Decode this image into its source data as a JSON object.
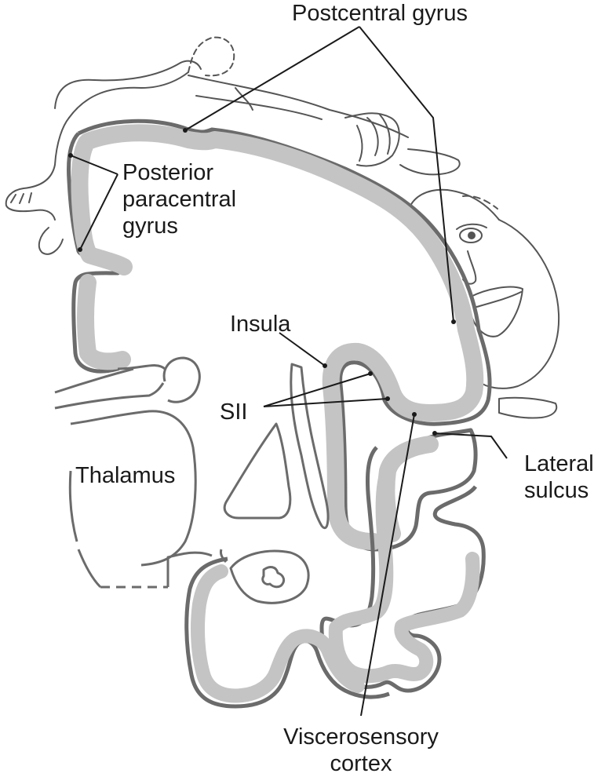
{
  "labels": {
    "postcentral_gyrus": "Postcentral gyrus",
    "posterior_paracentral_gyrus": [
      "Posterior",
      "paracentral",
      "gyrus"
    ],
    "insula": "Insula",
    "sii": "SII",
    "thalamus": "Thalamus",
    "lateral_sulcus": [
      "Lateral",
      "sulcus"
    ],
    "viscerosensory_cortex": [
      "Viscerosensory",
      "cortex"
    ]
  },
  "colors": {
    "outline": "#6b6b6b",
    "cortex_band": "#c4c4c4",
    "line": "#1a1a1a",
    "sketch": "#555555"
  }
}
